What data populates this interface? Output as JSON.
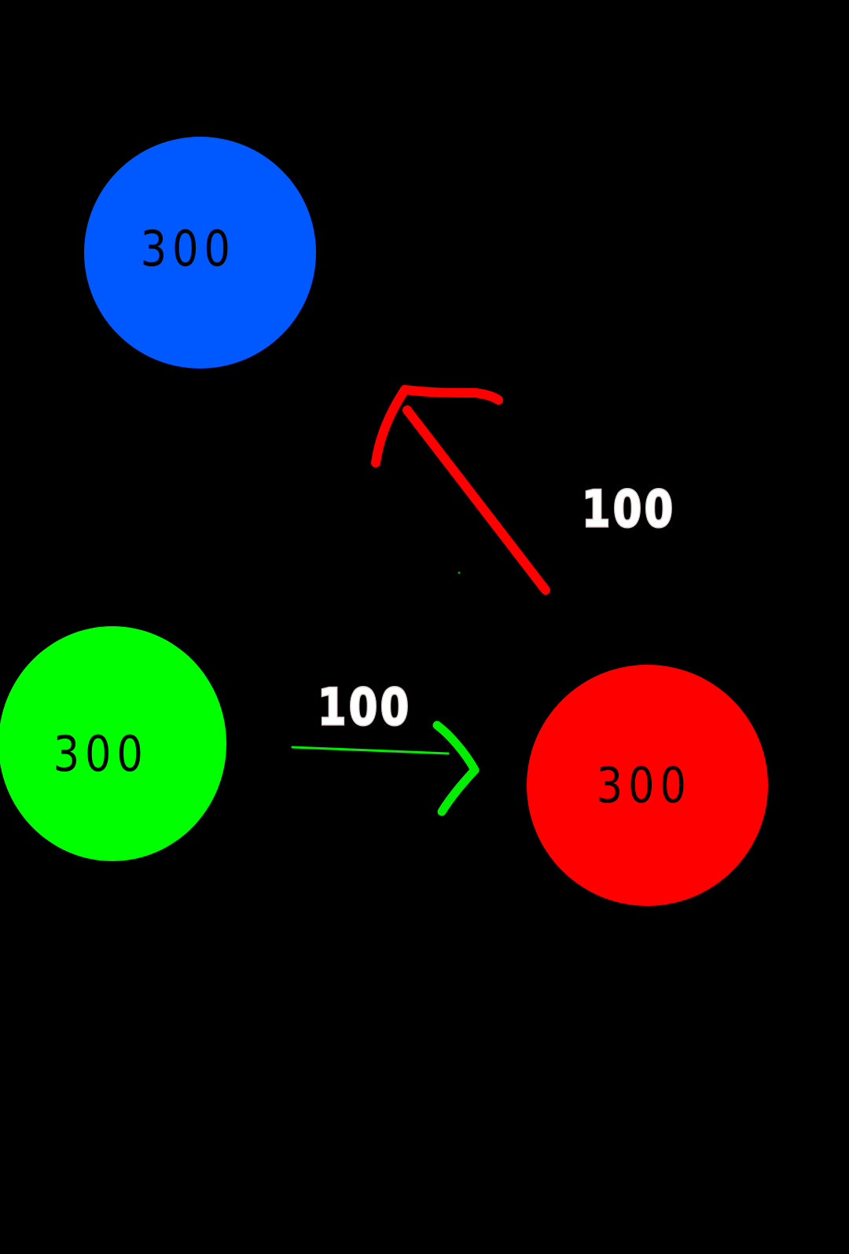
{
  "nodes": {
    "blue": {
      "label": "300",
      "color": "#0059ff"
    },
    "green": {
      "label": "300",
      "color": "#00ff00"
    },
    "red": {
      "label": "300",
      "color": "#ff0000"
    }
  },
  "edges": {
    "red_to_blue": {
      "label": "100",
      "color": "#ff0000"
    },
    "green_to_red": {
      "label": "100",
      "color": "#00ee00"
    }
  },
  "background_color": "#000000"
}
